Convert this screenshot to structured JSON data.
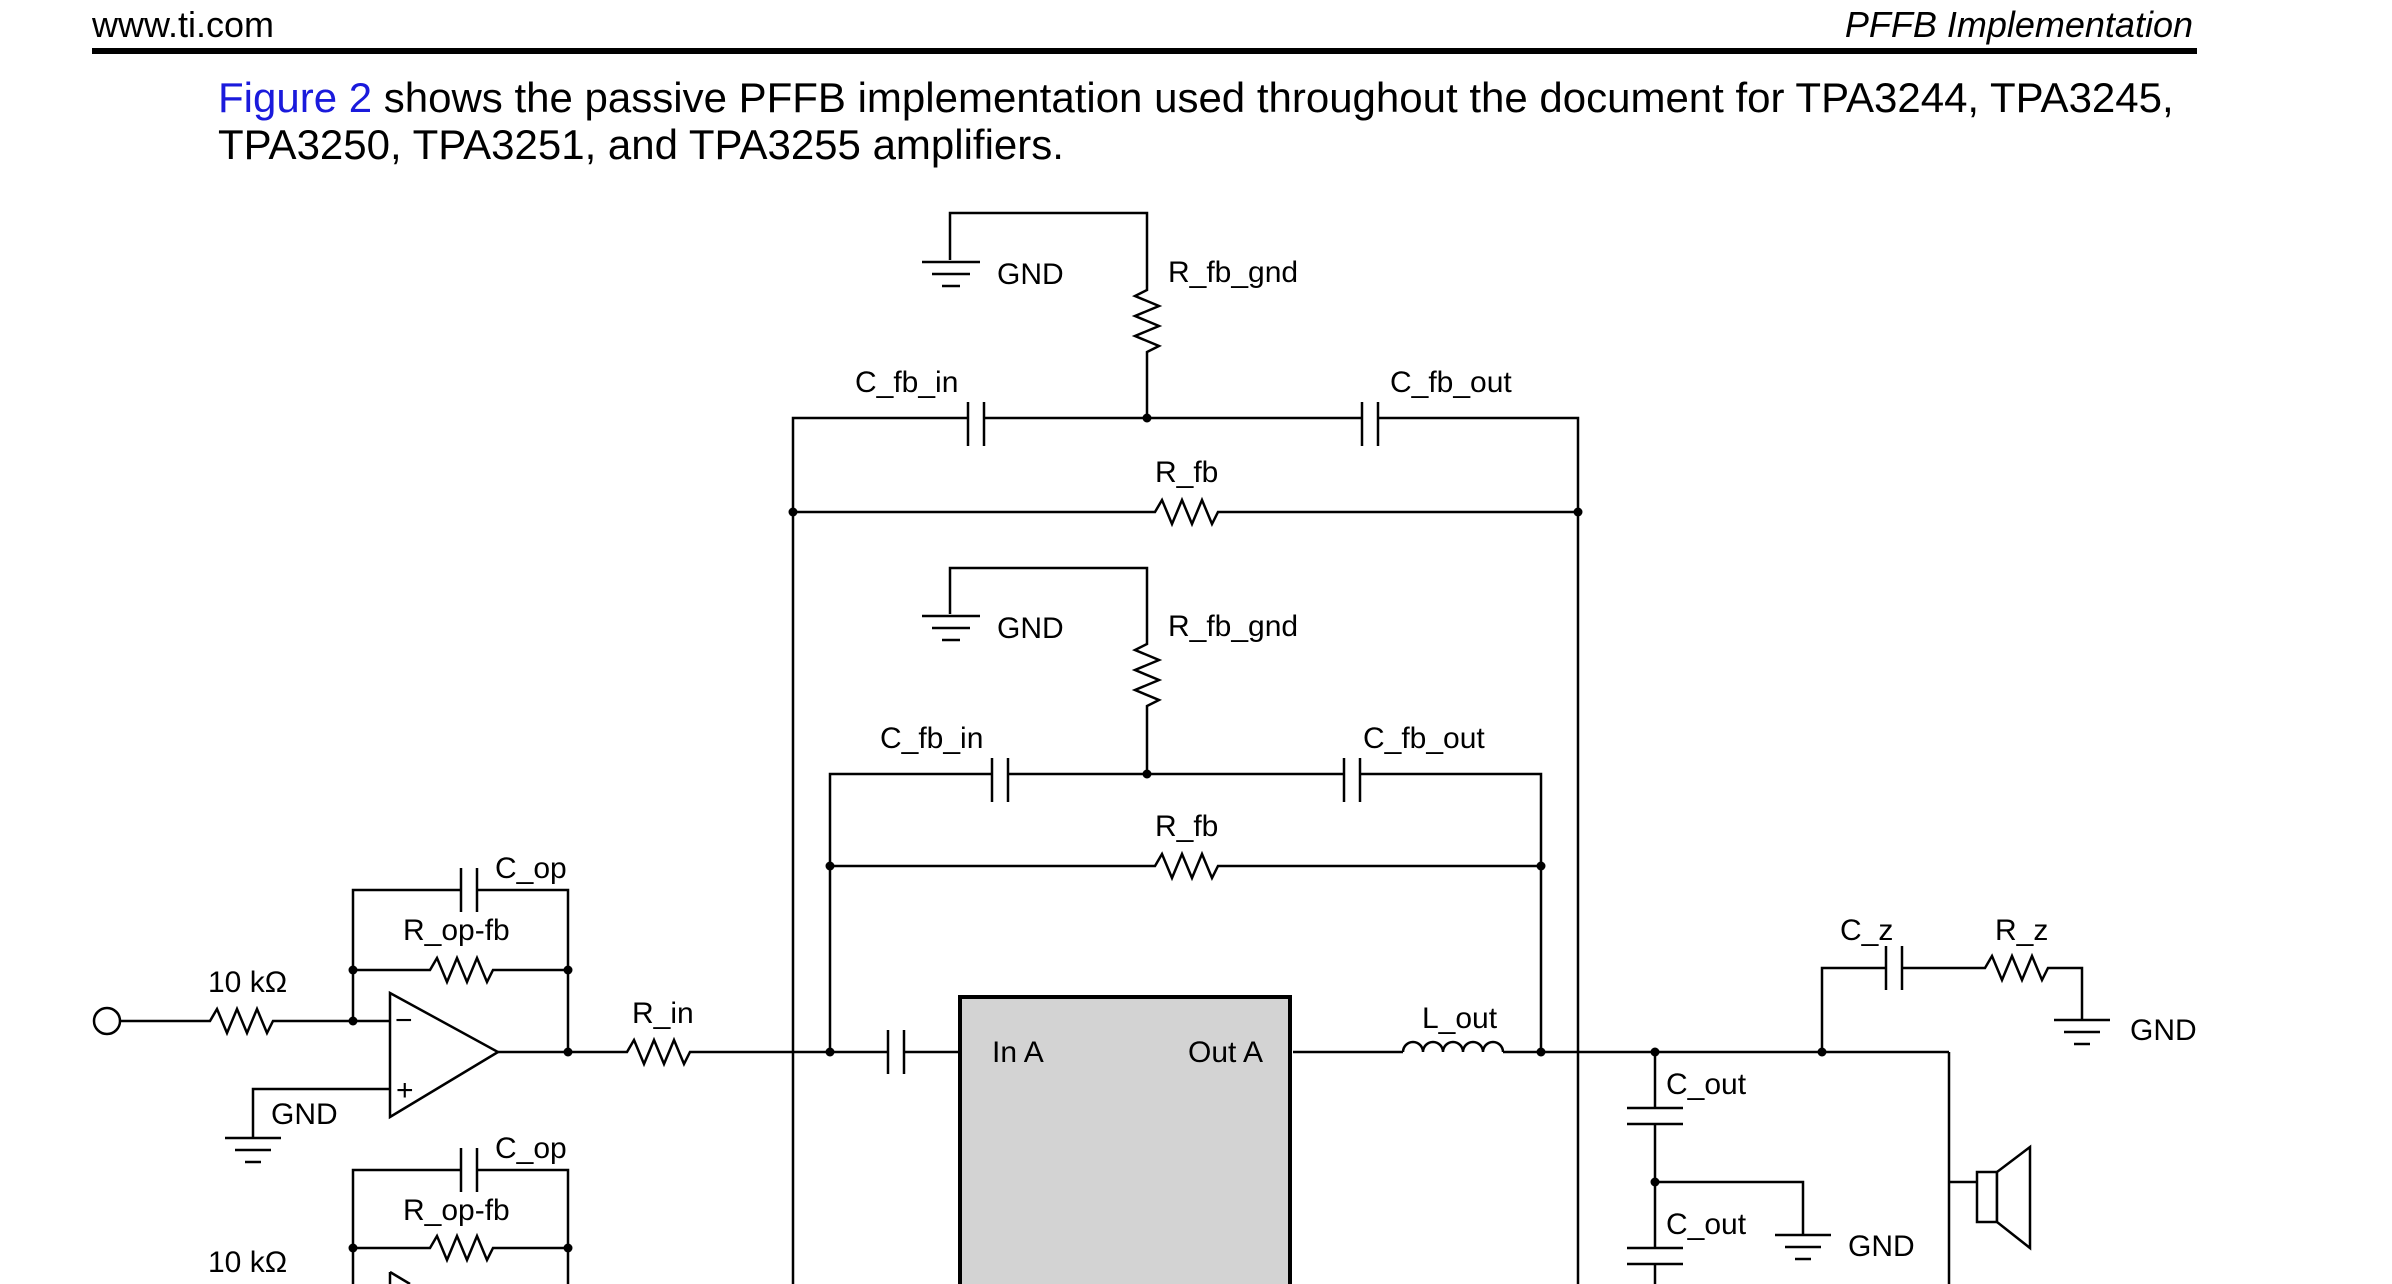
{
  "header": {
    "site": "www.ti.com",
    "section": "PFFB Implementation"
  },
  "intro": {
    "link_text": "Figure 2",
    "text_line1": " shows the passive PFFB implementation used throughout the document for TPA3244, TPA3245,",
    "text_line2": "TPA3250, TPA3251, and TPA3255 amplifiers."
  },
  "schematic": {
    "labels": {
      "gnd": "GND",
      "r_fb_gnd": "R_fb_gnd",
      "c_fb_in": "C_fb_in",
      "c_fb_out": "C_fb_out",
      "r_fb": "R_fb",
      "c_op": "C_op",
      "r_op_fb": "R_op-fb",
      "r_10k": "10 kΩ",
      "r_in": "R_in",
      "in_a": "In A",
      "out_a": "Out A",
      "l_out": "L_out",
      "c_out": "C_out",
      "c_z": "C_z",
      "r_z": "R_z",
      "minus": "−",
      "plus": "+"
    }
  }
}
